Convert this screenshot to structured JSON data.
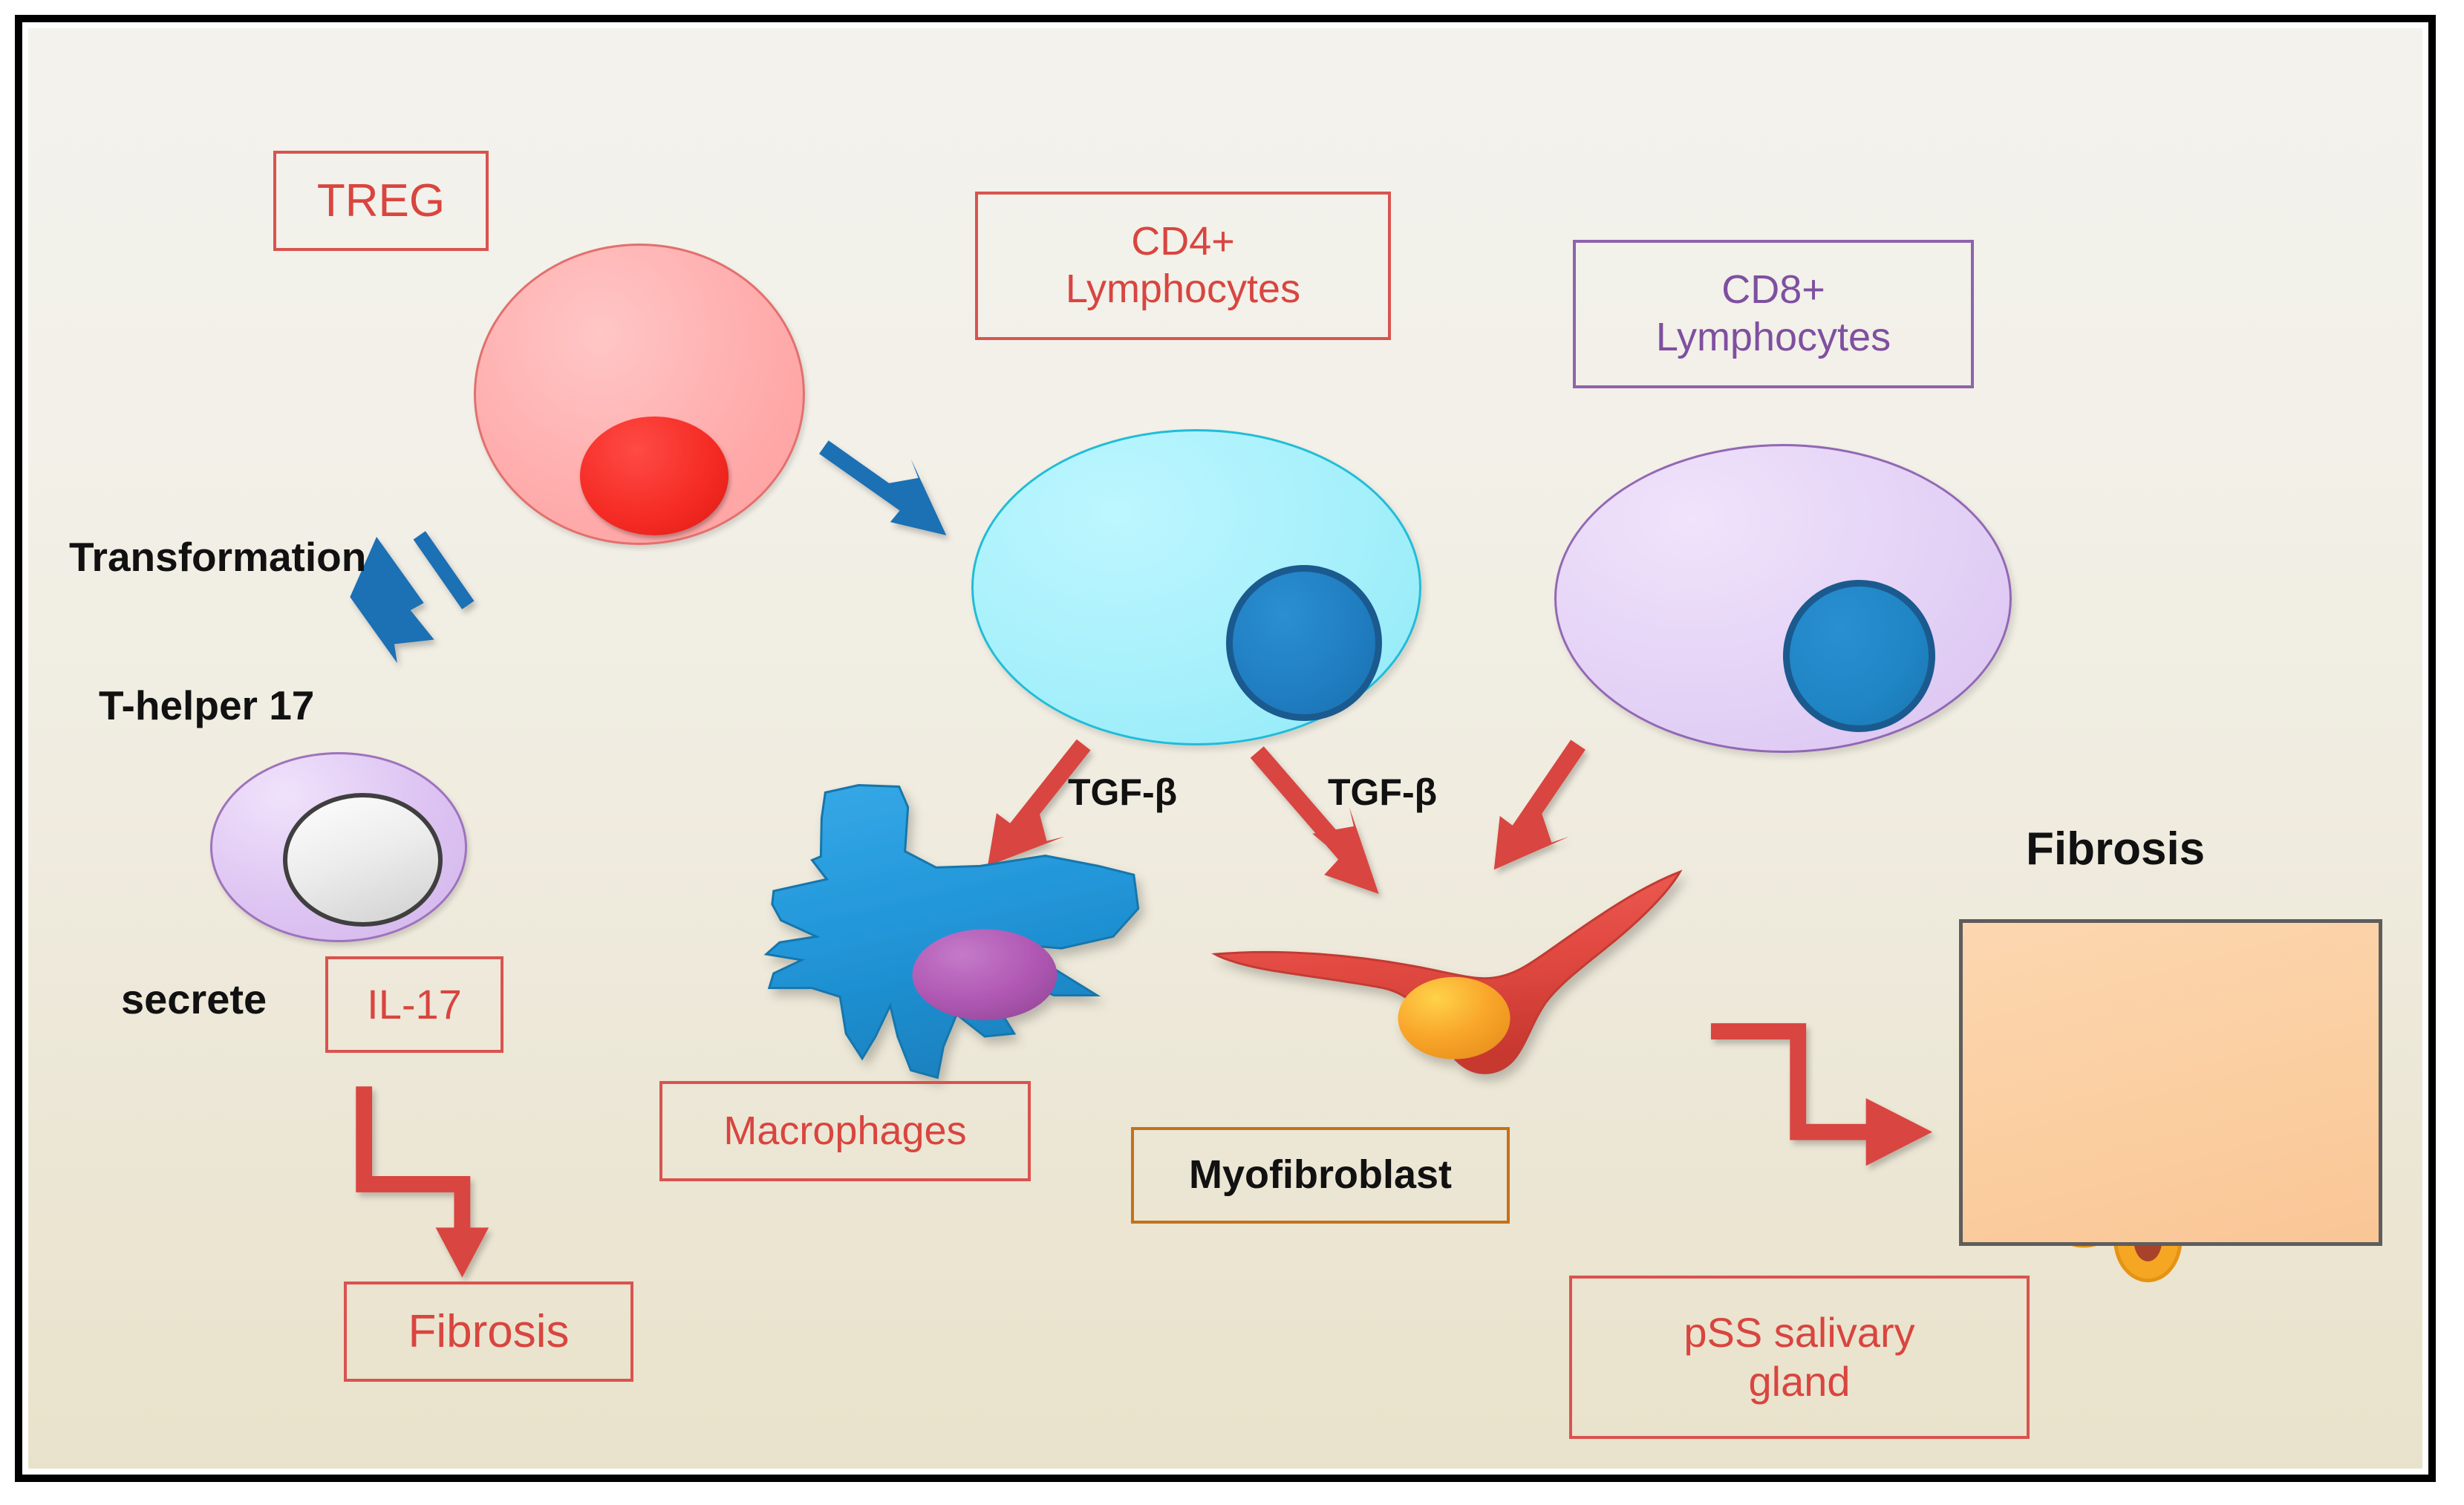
{
  "figure": {
    "title": "pSS salivary gland fibrosis pathway diagram",
    "background_top": "#f3f2ed",
    "background_bottom": "#e9e2cb",
    "border_color": "#000000"
  },
  "palette": {
    "red_label": "#d9453f",
    "red_border": "#d9534f",
    "purple_label": "#7f4fa0",
    "purple_border": "#8e63ad",
    "orange_border": "#c4711b",
    "black_text": "#111111",
    "blue_arrow": "#1f6fb4",
    "red_arrow": "#d9453f",
    "treg_fill": "#ffadad",
    "treg_nucleus": "#f42a23",
    "cd4_fill": "#a6f0fb",
    "cd4_nucleus": "#1f7dc0",
    "cd8_fill": "#e4d2f6",
    "cd8_nucleus": "#1f85c4",
    "th17_fill": "#ddc4f2",
    "th17_nucleus": "#ececec",
    "macrophage_fill": "#2196d8",
    "macrophage_nucleus": "#b159b5",
    "myofibroblast_fill": "#e24a42",
    "myofibroblast_nucleus": "#f9a62b",
    "gland_background": "#fbcfa2",
    "gland_duct": "#c7603a",
    "gland_acini": "#f5a623"
  },
  "labels": {
    "treg": "TREG",
    "cd4": "CD4+\nLymphocytes",
    "cd4_line1": "CD4+",
    "cd4_line2": "Lymphocytes",
    "cd8_line1": "CD8+",
    "cd8_line2": "Lymphocytes",
    "transformation": "Transformation",
    "t_helper_17": "T-helper 17",
    "secrete": "secrete",
    "il17": "IL-17",
    "fibrosis_box": "Fibrosis",
    "tgf_beta_left": "TGF-β",
    "tgf_beta_right": "TGF-β",
    "macrophages": "Macrophages",
    "myofibroblast": "Myofibroblast",
    "fibrosis_title": "Fibrosis",
    "pss_line1": "pSS salivary",
    "pss_line2": "gland"
  },
  "cells": {
    "treg": {
      "name": "TREG cell",
      "fill": "#ffadad",
      "nucleus": "#f42a23"
    },
    "cd4": {
      "name": "CD4+ lymphocyte",
      "fill": "#a6f0fb",
      "nucleus": "#1f7dc0"
    },
    "cd8": {
      "name": "CD8+ lymphocyte",
      "fill": "#e4d2f6",
      "nucleus": "#1f85c4"
    },
    "th17": {
      "name": "T-helper 17 cell",
      "fill": "#ddc4f2",
      "nucleus": "#ececec"
    },
    "macrophage": {
      "name": "Macrophage",
      "fill": "#2196d8",
      "nucleus": "#b159b5"
    },
    "myofibroblast": {
      "name": "Myofibroblast",
      "fill": "#e24a42",
      "nucleus": "#f9a62b"
    }
  },
  "arrows": [
    {
      "id": "treg-to-th17",
      "color": "#1f6fb4",
      "from": "TREG",
      "to": "T-helper 17",
      "style": "straight-diagonal"
    },
    {
      "id": "treg-to-cd4",
      "color": "#1f6fb4",
      "from": "TREG",
      "to": "CD4+ Lymphocytes",
      "style": "straight-diagonal"
    },
    {
      "id": "il17-to-fibrosis",
      "color": "#d9453f",
      "from": "IL-17",
      "to": "Fibrosis",
      "style": "elbow"
    },
    {
      "id": "cd4-to-macrophage",
      "color": "#d9453f",
      "from": "CD4+",
      "to": "Macrophages",
      "style": "straight-diagonal"
    },
    {
      "id": "cd4-to-myofibroblast",
      "color": "#d9453f",
      "from": "CD4+",
      "to": "Myofibroblast",
      "style": "straight-diagonal"
    },
    {
      "id": "cd8-to-myofibroblast",
      "color": "#d9453f",
      "from": "CD8+",
      "to": "Myofibroblast",
      "style": "straight-diagonal"
    },
    {
      "id": "myofibroblast-to-gland",
      "color": "#d9453f",
      "from": "Myofibroblast",
      "to": "pSS salivary gland",
      "style": "elbow"
    }
  ]
}
